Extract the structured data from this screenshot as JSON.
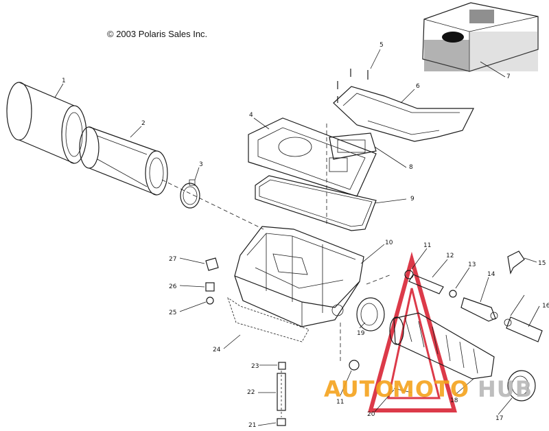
{
  "copyright": "© 2003 Polaris Sales Inc.",
  "watermark": {
    "left": "AUTO",
    "mid": "MOTO",
    "right": "HUB"
  },
  "callouts": [
    "1",
    "2",
    "3",
    "4",
    "5",
    "6",
    "7",
    "8",
    "9",
    "10",
    "11",
    "12",
    "13",
    "14",
    "15",
    "16",
    "17",
    "18",
    "19",
    "20",
    "21",
    "22",
    "23",
    "24",
    "25",
    "26",
    "27",
    "11"
  ],
  "colors": {
    "line": "#1a1a1a",
    "watermark_red": "#d6182a",
    "watermark_orange": "#f4a21c",
    "watermark_gray": "#b8b8b8"
  }
}
